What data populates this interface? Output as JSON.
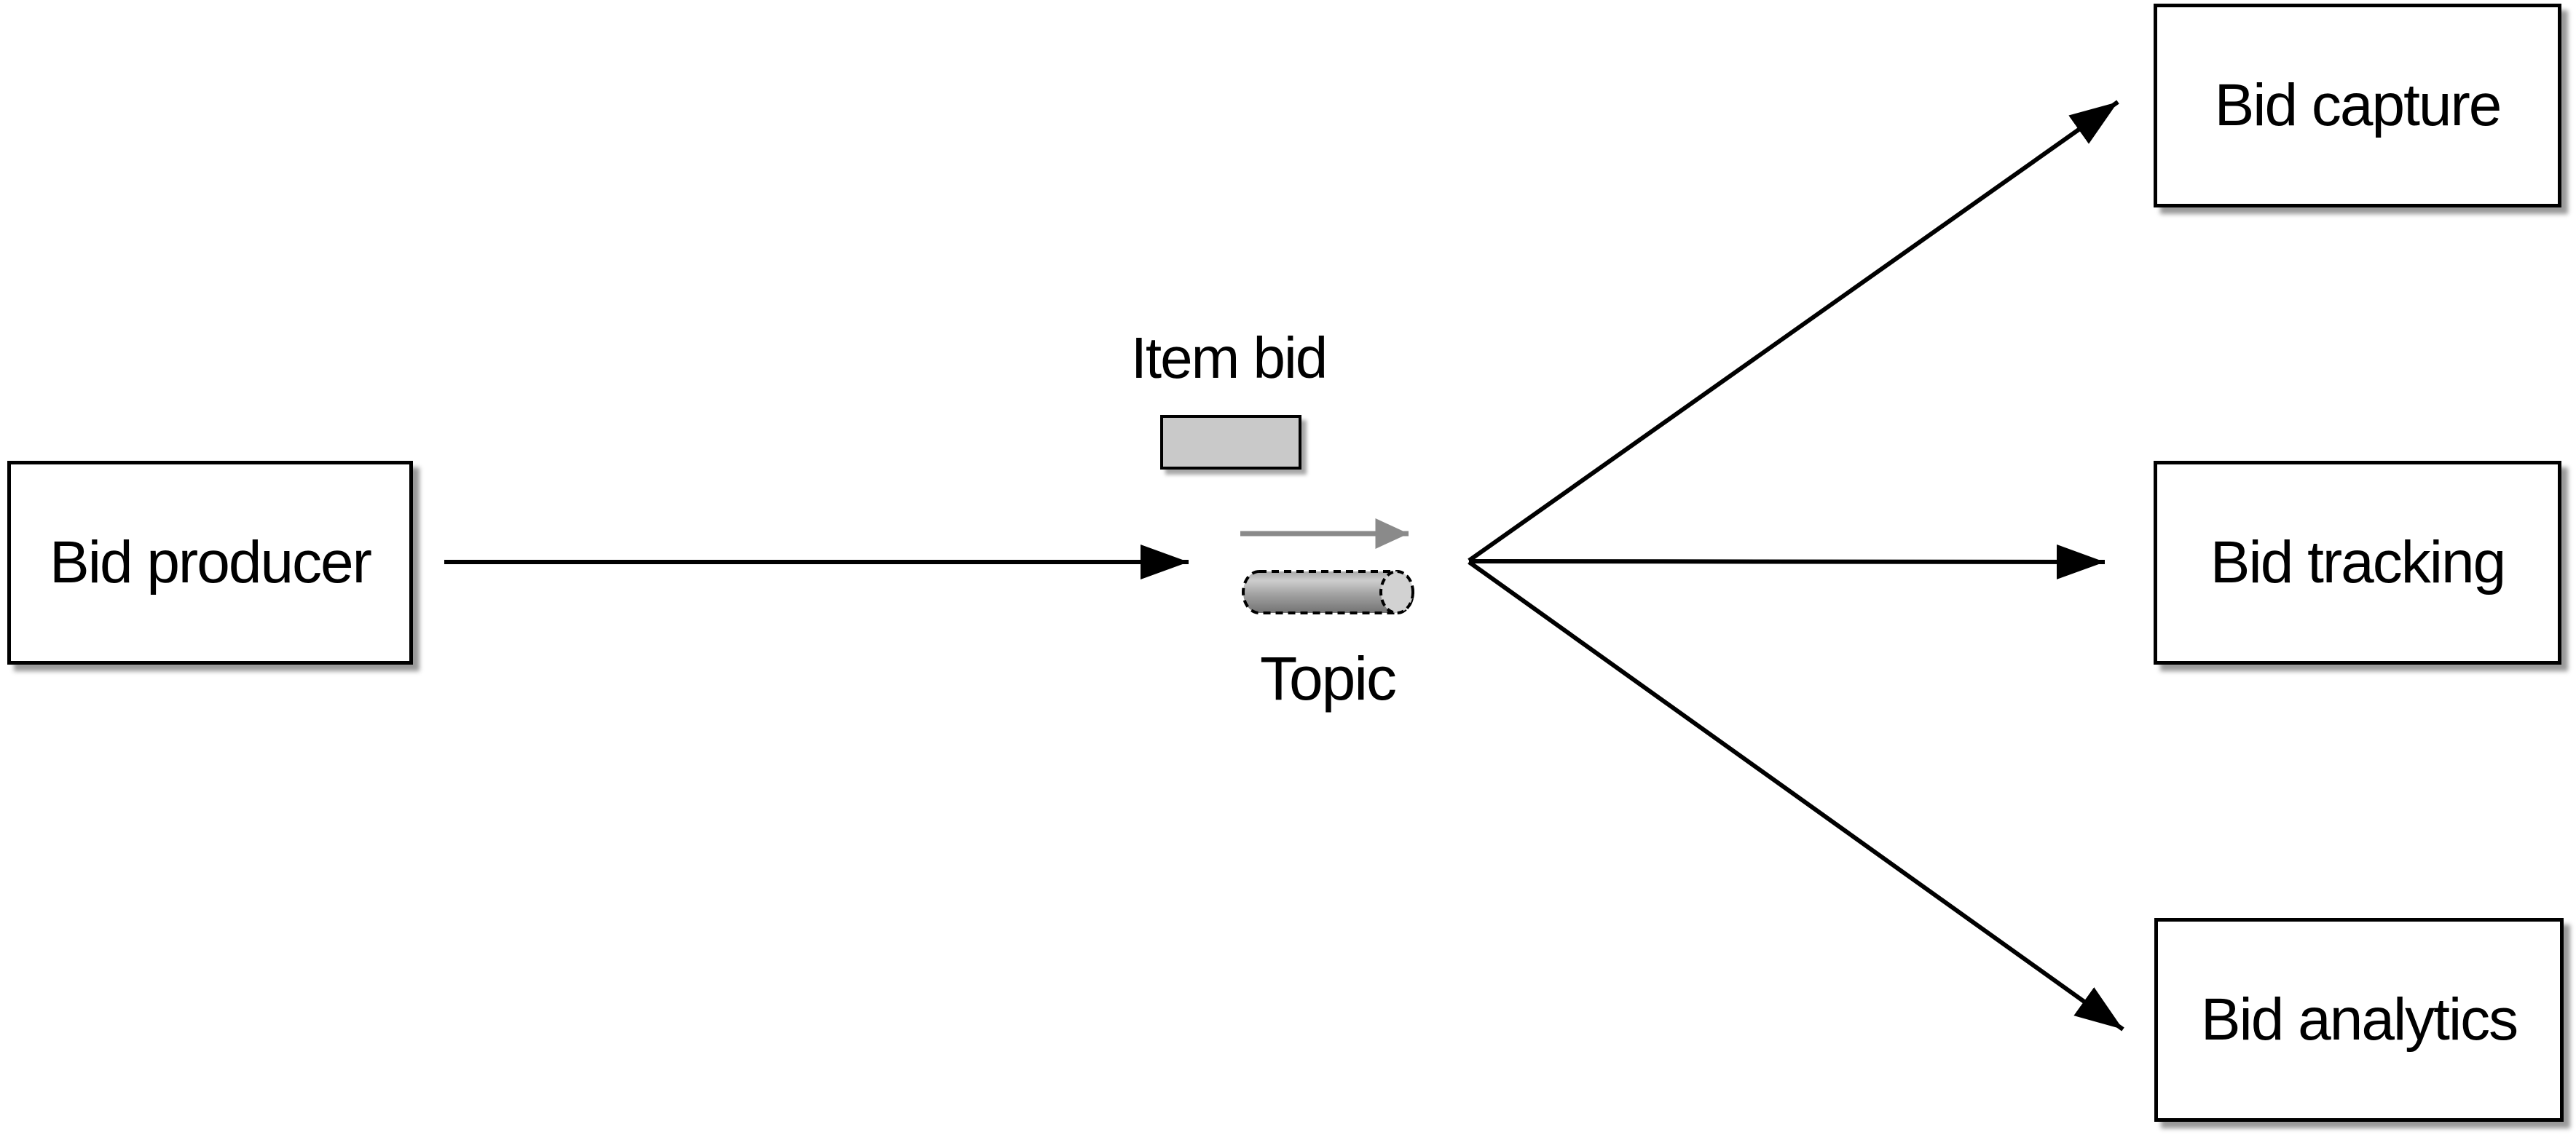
{
  "nodes": {
    "producer": {
      "label": "Bid producer"
    },
    "message": {
      "label": "Item bid"
    },
    "topic": {
      "label": "Topic"
    },
    "consumers": [
      {
        "label": "Bid capture"
      },
      {
        "label": "Bid tracking"
      },
      {
        "label": "Bid analytics"
      }
    ]
  },
  "edges": [
    {
      "from": "bid-producer",
      "to": "topic"
    },
    {
      "from": "topic",
      "to": "bid-capture"
    },
    {
      "from": "topic",
      "to": "bid-tracking"
    },
    {
      "from": "topic",
      "to": "bid-analytics"
    },
    {
      "from": "item-bid-message",
      "to": "topic",
      "style": "gray-flow-arrow"
    }
  ],
  "icons": [
    {
      "name": "topic-cylinder-icon"
    },
    {
      "name": "message-flow-arrow-icon"
    },
    {
      "name": "item-bid-message-rect"
    }
  ],
  "colors": {
    "background": "#ffffff",
    "line": "#000000",
    "box_fill": "#ffffff",
    "box_border": "#000000",
    "message_rect_fill": "#c9c9c9",
    "gray_arrow": "#8a8a8a",
    "cylinder_end_fill": "#d2d2d2",
    "cylinder_body_light": "#cdcdcd",
    "cylinder_body_dark": "#737373"
  }
}
